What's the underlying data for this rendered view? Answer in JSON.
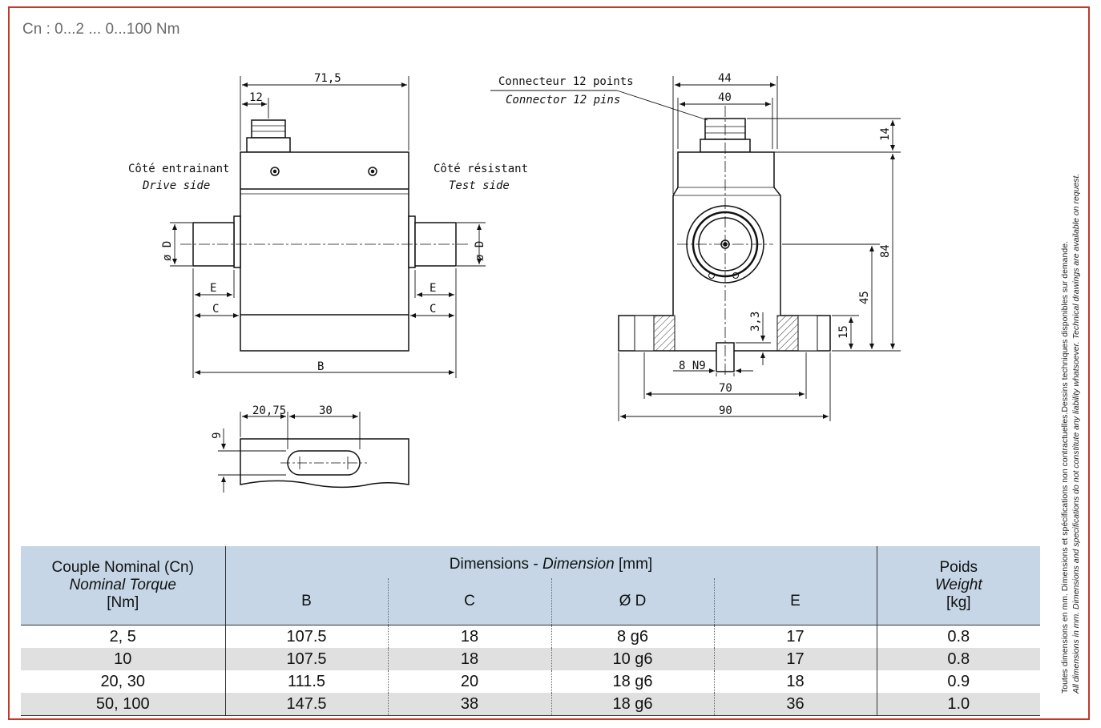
{
  "page": {
    "subtitle": "Cn : 0...2 ... 0...100 Nm",
    "border_color": "#c0392b",
    "header_color": "#c6d6e6"
  },
  "drawing": {
    "dim_71_5": "71,5",
    "dim_12": "12",
    "dim_44": "44",
    "dim_40": "40",
    "dim_14": "14",
    "dim_84": "84",
    "dim_45": "45",
    "dim_15": "15",
    "dim_3_3": "3,3",
    "dim_8n9": "8 N9",
    "dim_70": "70",
    "dim_90": "90",
    "dim_20_75": "20,75",
    "dim_30": "30",
    "dim_9": "9",
    "label_d": "ø D",
    "label_e": "E",
    "label_c": "C",
    "label_b": "B",
    "drive_side_fr": "Côté entrainant",
    "drive_side_en": "Drive side",
    "test_side_fr": "Côté résistant",
    "test_side_en": "Test side",
    "connector_fr": "Connecteur 12 points",
    "connector_en": "Connector 12 pins"
  },
  "sidenote": {
    "fr": "Toutes dimensions en mm. Dimensions et spécifications non contractuelles.Dessins techniques disponibles sur demande.",
    "en": "All dimensions in mm. Dimensions and specifications do not constitute any liability whatsoever. Technical drawings are available on request."
  },
  "table": {
    "col1_fr": "Couple Nominal (Cn)",
    "col1_en": "Nominal Torque",
    "col1_unit": "[Nm]",
    "dims_fr": "Dimensions - ",
    "dims_en": "Dimension",
    "dims_unit": " [mm]",
    "col_b": "B",
    "col_c": "C",
    "col_d": "Ø D",
    "col_e": "E",
    "weight_fr": "Poids",
    "weight_en": "Weight",
    "weight_unit": "[kg]",
    "rows": [
      {
        "torque": "2, 5",
        "b": "107.5",
        "c": "18",
        "d": "8 g6",
        "e": "17",
        "w": "0.8"
      },
      {
        "torque": "10",
        "b": "107.5",
        "c": "18",
        "d": "10 g6",
        "e": "17",
        "w": "0.8"
      },
      {
        "torque": "20, 30",
        "b": "111.5",
        "c": "20",
        "d": "18 g6",
        "e": "18",
        "w": "0.9"
      },
      {
        "torque": "50, 100",
        "b": "147.5",
        "c": "38",
        "d": "18 g6",
        "e": "36",
        "w": "1.0"
      }
    ]
  }
}
